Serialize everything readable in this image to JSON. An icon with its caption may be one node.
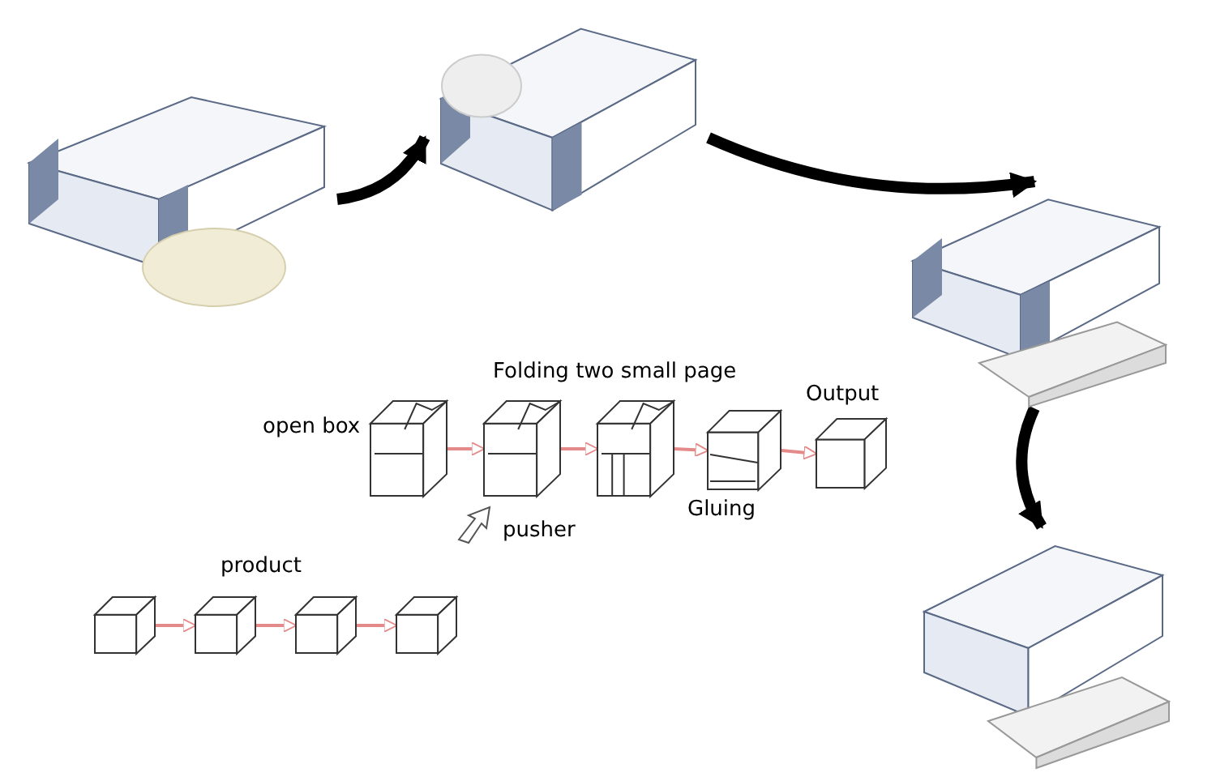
{
  "diagram": {
    "nodes": [
      {
        "text": [],
        "shape": "picture"
      },
      {
        "text": [],
        "shape": "picture"
      },
      {
        "text": [],
        "shape": "picture"
      },
      {
        "text": [],
        "shape": "picture"
      },
      {
        "text": [],
        "shape": "picture",
        "beside": [
          "open box"
        ]
      },
      {
        "text": [],
        "shape": "picture"
      },
      {
        "text": [],
        "shape": "picture"
      },
      {
        "text": [],
        "shape": "picture",
        "beside": [
          "Gluing"
        ]
      },
      {
        "text": [],
        "shape": "picture",
        "beside": [
          "Output"
        ]
      },
      {
        "text": [],
        "shape": "picture"
      },
      {
        "text": [],
        "shape": "picture"
      },
      {
        "text": [],
        "shape": "picture"
      },
      {
        "text": [],
        "shape": "picture"
      }
    ],
    "edges": [
      {
        "from": 0,
        "to": 1,
        "arrow": "to",
        "style": "thick",
        "color": "#000000"
      },
      {
        "from": 1,
        "to": 2,
        "arrow": "to",
        "style": "thick",
        "color": "#000000"
      },
      {
        "from": 2,
        "to": 3,
        "arrow": "to",
        "style": "thick",
        "color": "#000000"
      },
      {
        "from": 4,
        "to": 5,
        "arrow": "to"
      },
      {
        "from": 5,
        "to": 6,
        "arrow": "to"
      },
      {
        "from": 6,
        "to": 7,
        "arrow": "to"
      },
      {
        "from": 7,
        "to": 8,
        "arrow": "to"
      },
      {
        "from": 9,
        "to": 10,
        "arrow": "to"
      },
      {
        "from": 10,
        "to": 11,
        "arrow": "to"
      },
      {
        "from": 11,
        "to": 12,
        "arrow": "to"
      }
    ],
    "labels": [
      "Folding two small page",
      "pusher",
      "product"
    ]
  }
}
